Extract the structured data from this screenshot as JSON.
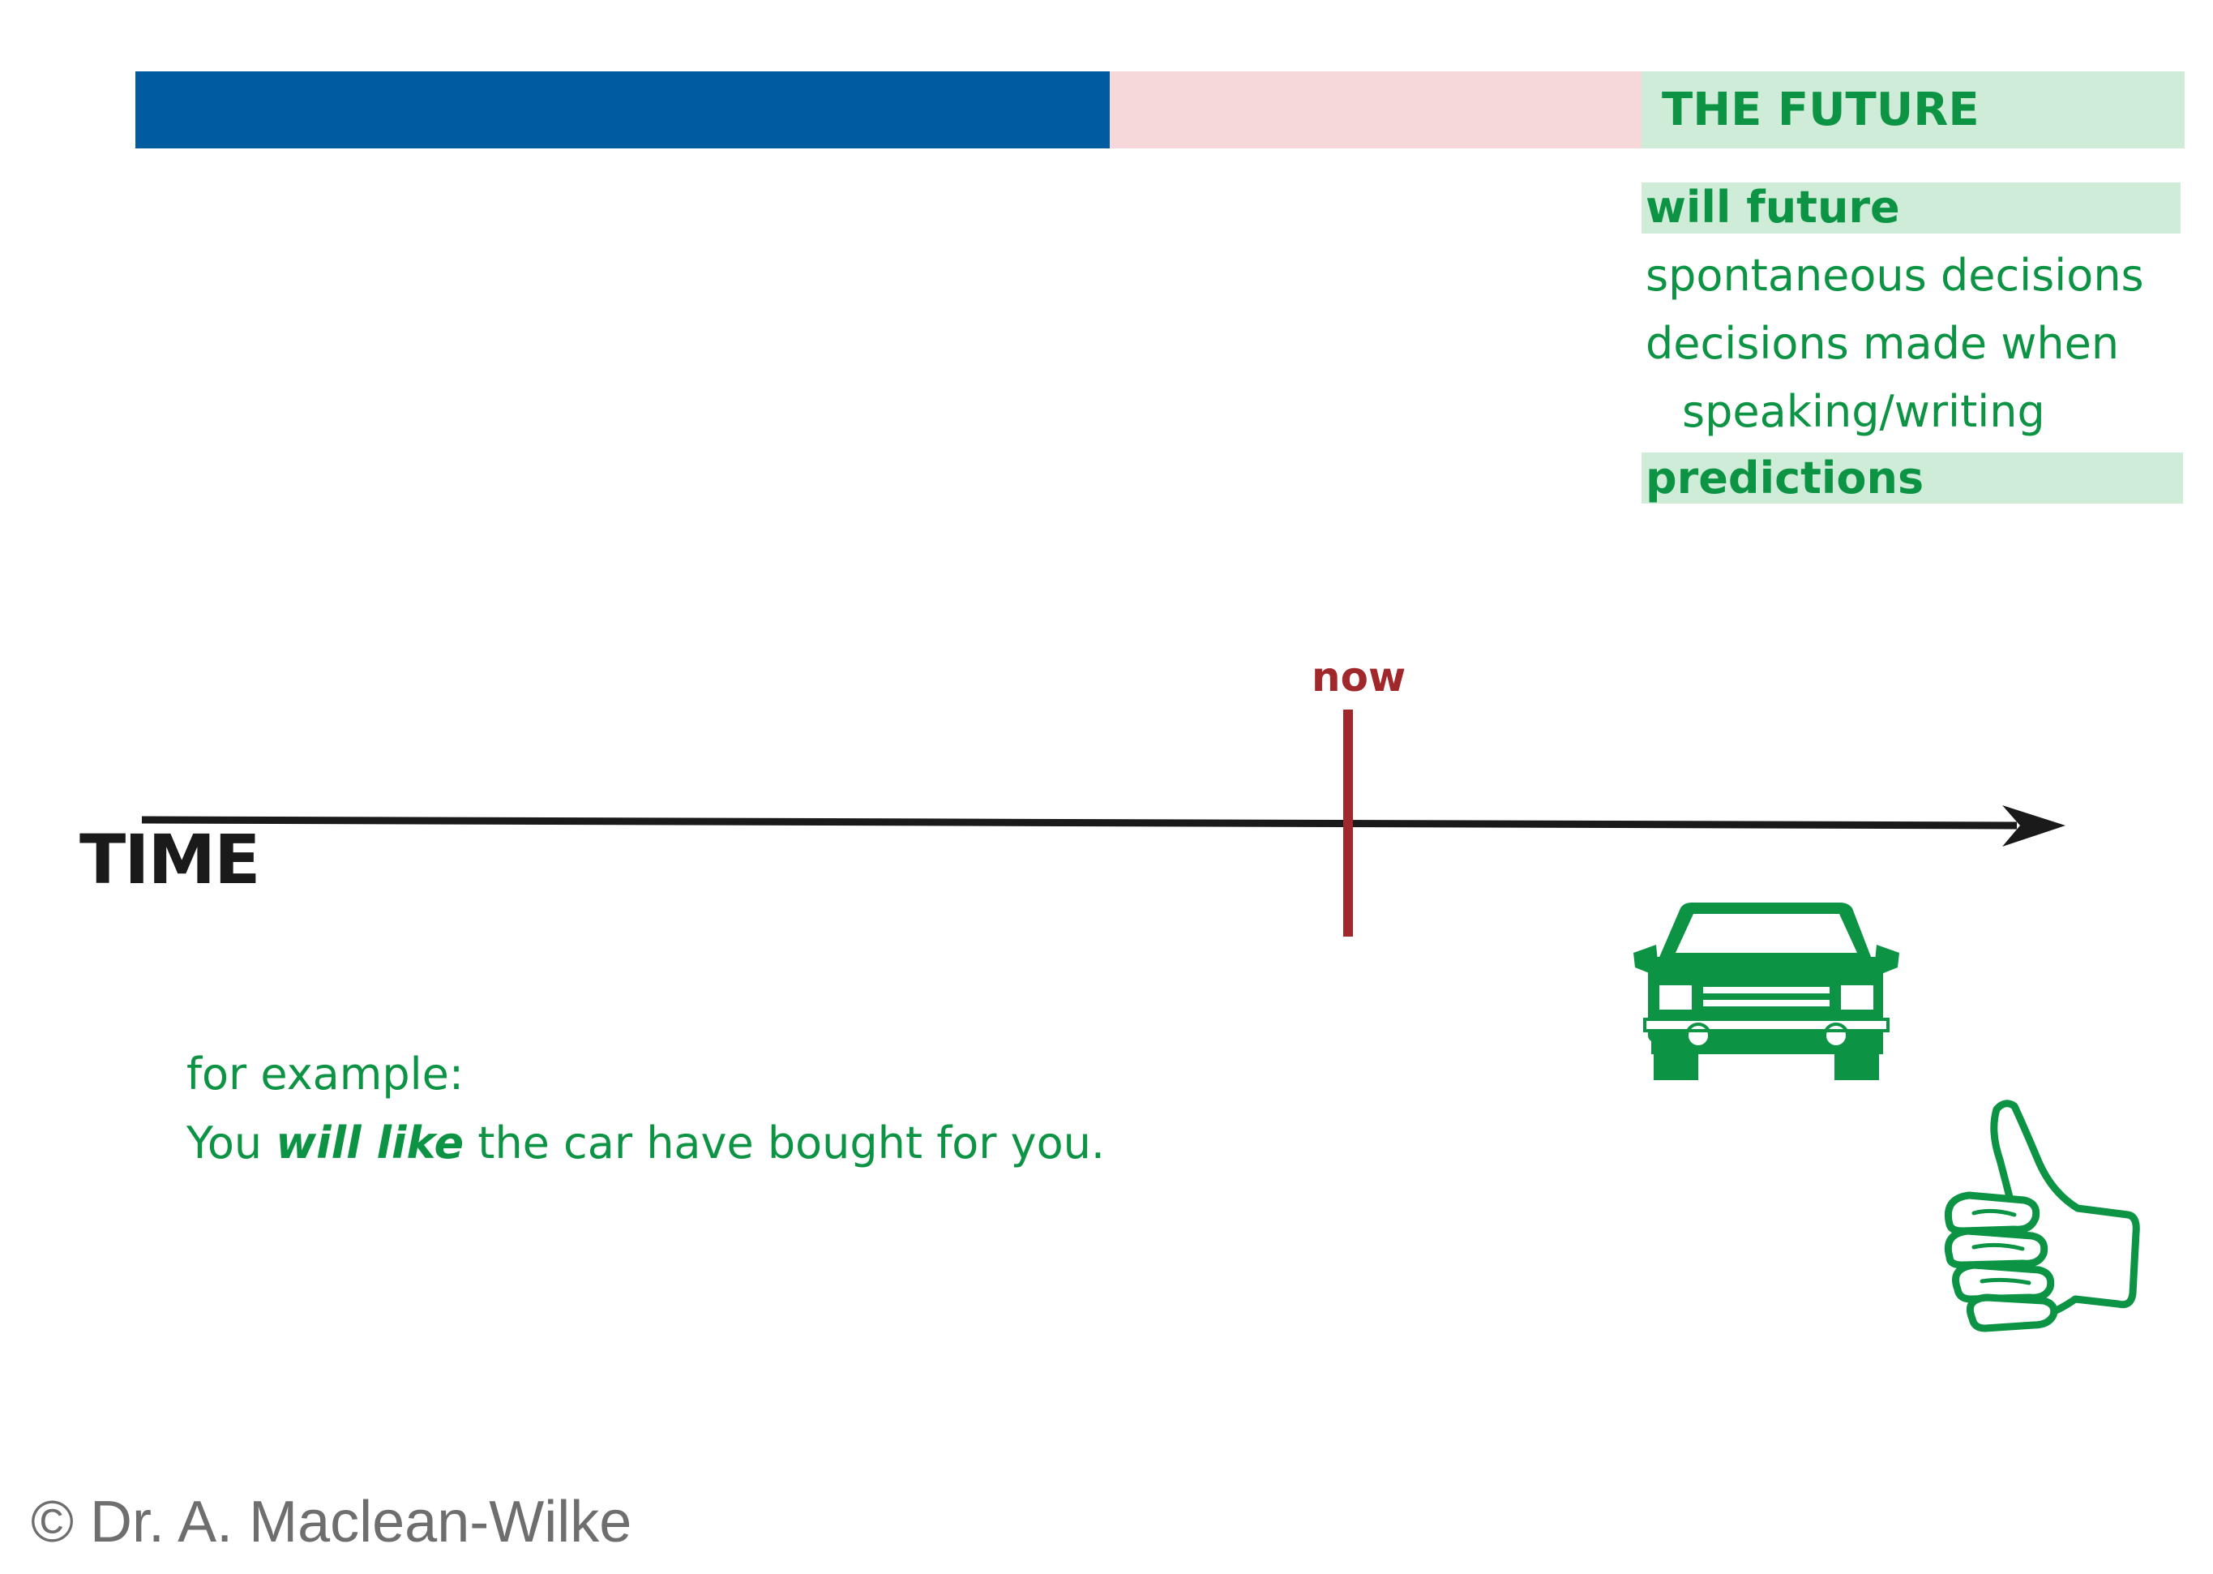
{
  "colors": {
    "blue_bar": "#005b9f",
    "pink_bar": "#f6d8da",
    "green_bar": "#cfecd8",
    "green_text": "#0c9444",
    "now_red": "#a0282b",
    "timeline": "#1a1a1a",
    "copyright": "#6e6e6e"
  },
  "future": {
    "title": "THE FUTURE",
    "items": {
      "will_future": "will future",
      "spontaneous": "spontaneous decisions",
      "decisions_line1": "decisions made when",
      "decisions_line2": "speaking/writing",
      "predictions": "predictions"
    }
  },
  "timeline": {
    "label": "TIME",
    "now_label": "now"
  },
  "example": {
    "intro": "for example:",
    "sentence_start": "You ",
    "verb": "will like",
    "sentence_end": " the car have bought for you."
  },
  "copyright": "© Dr. A. Maclean-Wilke",
  "icons": {
    "car": "car-icon",
    "thumb": "thumbs-up-icon"
  }
}
